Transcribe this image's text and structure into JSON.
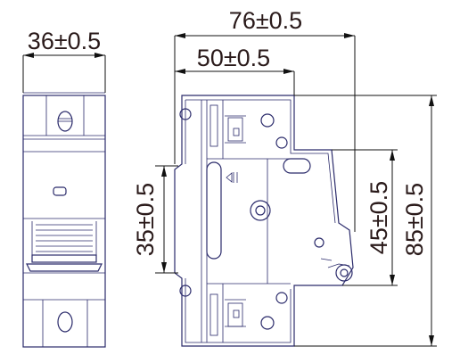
{
  "dimensions": {
    "width_left_view": "36±0.5",
    "overall_depth": "76±0.5",
    "rail_to_front_depth": "50±0.5",
    "rail_height": "35±0.5",
    "front_height": "45±0.5",
    "overall_height": "85±0.5"
  }
}
